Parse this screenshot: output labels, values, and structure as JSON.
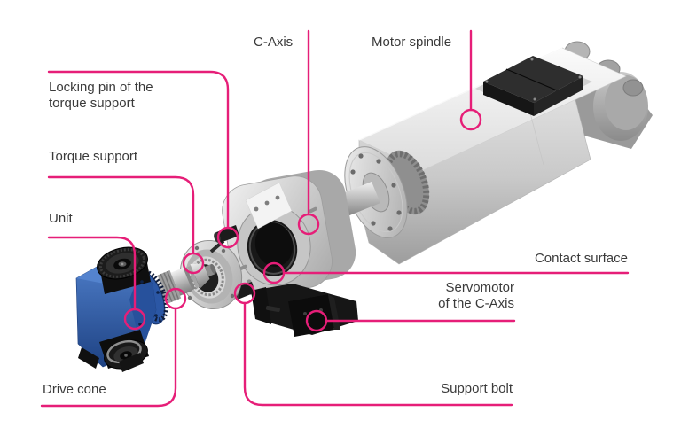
{
  "figure": {
    "background": "#ffffff",
    "accent_color": "#E61E78",
    "text_color": "#3A3A3A",
    "machine_blue": "#2F5CAC",
    "machine_silver": "#D9D9D9",
    "machine_black": "#141414"
  },
  "labels": {
    "c_axis": "C-Axis",
    "motor_spindle": "Motor spindle",
    "locking_pin": "Locking pin of the\ntorque support",
    "torque_support": "Torque support",
    "unit": "Unit",
    "drive_cone": "Drive cone",
    "contact_surface": "Contact surface",
    "servomotor": "Servomotor\nof the C-Axis",
    "support_bolt": "Support bolt"
  }
}
